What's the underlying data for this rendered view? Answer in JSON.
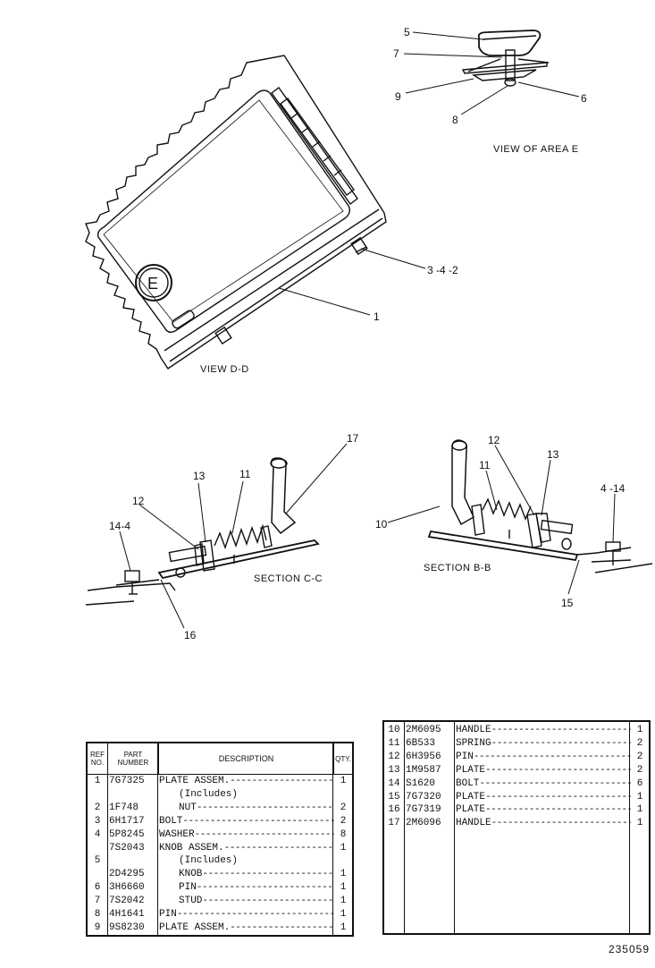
{
  "views": {
    "view_dd": "VIEW D-D",
    "view_area_e": "VIEW OF AREA  E",
    "section_cc": "SECTION C-C",
    "section_bb": "SECTION B-B",
    "circle_e": "E"
  },
  "callouts": {
    "c5": "5",
    "c7": "7",
    "c9": "9",
    "c8": "8",
    "c6": "6",
    "c342": "3 -4 -2",
    "c1": "1",
    "c17": "17",
    "c13a": "13",
    "c11a": "11",
    "c12a": "12",
    "c144": "14-4",
    "c16": "16",
    "c12b": "12",
    "c13b": "13",
    "c11b": "11",
    "c10": "10",
    "c414": "4 -14",
    "c15": "15"
  },
  "table_left": {
    "headers": {
      "ref": "REF NO.",
      "part": "PART NUMBER",
      "desc": "DESCRIPTION",
      "qty": "QTY."
    },
    "rows": [
      {
        "ref": "1",
        "part": "7G7325",
        "desc": "PLATE ASSEM.",
        "qty": "1"
      },
      {
        "ref": "",
        "part": "",
        "desc": "(Includes)",
        "qty": ""
      },
      {
        "ref": "2",
        "part": "1F748",
        "desc": "NUT",
        "qty": "2"
      },
      {
        "ref": "3",
        "part": "6H1717",
        "desc": "BOLT",
        "qty": "2"
      },
      {
        "ref": "4",
        "part": "5P8245",
        "desc": "WASHER",
        "qty": "8"
      },
      {
        "ref": "",
        "part": "7S2043",
        "desc": "KNOB ASSEM.",
        "qty": "1"
      },
      {
        "ref": "5",
        "part": "",
        "desc": "(Includes)",
        "qty": ""
      },
      {
        "ref": "",
        "part": "2D4295",
        "desc": "KNOB",
        "qty": "1"
      },
      {
        "ref": "6",
        "part": "3H6660",
        "desc": "PIN",
        "qty": "1"
      },
      {
        "ref": "7",
        "part": "7S2042",
        "desc": "STUD",
        "qty": "1"
      },
      {
        "ref": "8",
        "part": "4H1641",
        "desc": "PIN",
        "qty": "1"
      },
      {
        "ref": "9",
        "part": "9S8230",
        "desc": "PLATE ASSEM.",
        "qty": "1"
      }
    ]
  },
  "table_right": {
    "rows": [
      {
        "ref": "10",
        "part": "2M6095",
        "desc": "HANDLE",
        "qty": "1"
      },
      {
        "ref": "11",
        "part": "6B533",
        "desc": "SPRING",
        "qty": "2"
      },
      {
        "ref": "12",
        "part": "6H3956",
        "desc": "PIN",
        "qty": "2"
      },
      {
        "ref": "13",
        "part": "1M9587",
        "desc": "PLATE",
        "qty": "2"
      },
      {
        "ref": "14",
        "part": "S1620",
        "desc": "BOLT",
        "qty": "6"
      },
      {
        "ref": "15",
        "part": "7G7320",
        "desc": "PLATE",
        "qty": "1"
      },
      {
        "ref": "16",
        "part": "7G7319",
        "desc": "PLATE",
        "qty": "1"
      },
      {
        "ref": "17",
        "part": "2M6096",
        "desc": "HANDLE",
        "qty": "1"
      }
    ]
  },
  "drawing_number": "235059"
}
